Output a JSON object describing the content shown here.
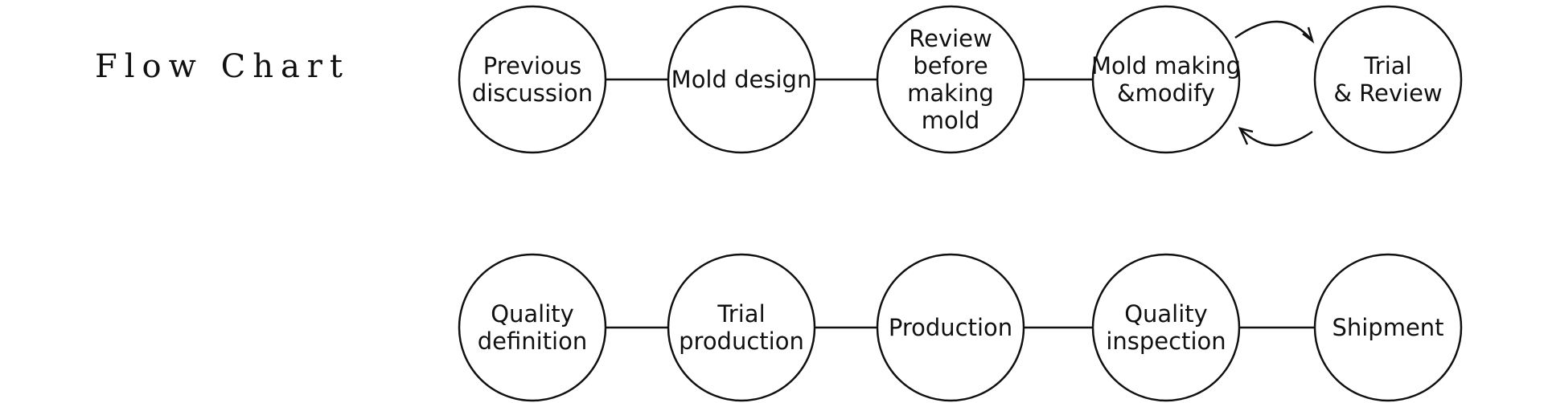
{
  "title": "Flow Chart",
  "colors": {
    "stroke": "#111111",
    "background": "#ffffff"
  },
  "rows": [
    {
      "nodes": [
        {
          "lines": [
            "Previous",
            "discussion"
          ]
        },
        {
          "lines": [
            "Mold design"
          ]
        },
        {
          "lines": [
            "Review",
            "before",
            "making",
            "mold"
          ]
        },
        {
          "lines": [
            "Mold making",
            "&modify"
          ]
        },
        {
          "lines": [
            "Trial",
            "& Review"
          ]
        }
      ],
      "links": [
        "line",
        "line",
        "line",
        "cycle"
      ]
    },
    {
      "nodes": [
        {
          "lines": [
            "Quality",
            "definition"
          ]
        },
        {
          "lines": [
            "Trial",
            "production"
          ]
        },
        {
          "lines": [
            "Production"
          ]
        },
        {
          "lines": [
            "Quality",
            "inspection"
          ]
        },
        {
          "lines": [
            "Shipment"
          ]
        }
      ],
      "links": [
        "line",
        "line",
        "line",
        "line"
      ]
    }
  ]
}
